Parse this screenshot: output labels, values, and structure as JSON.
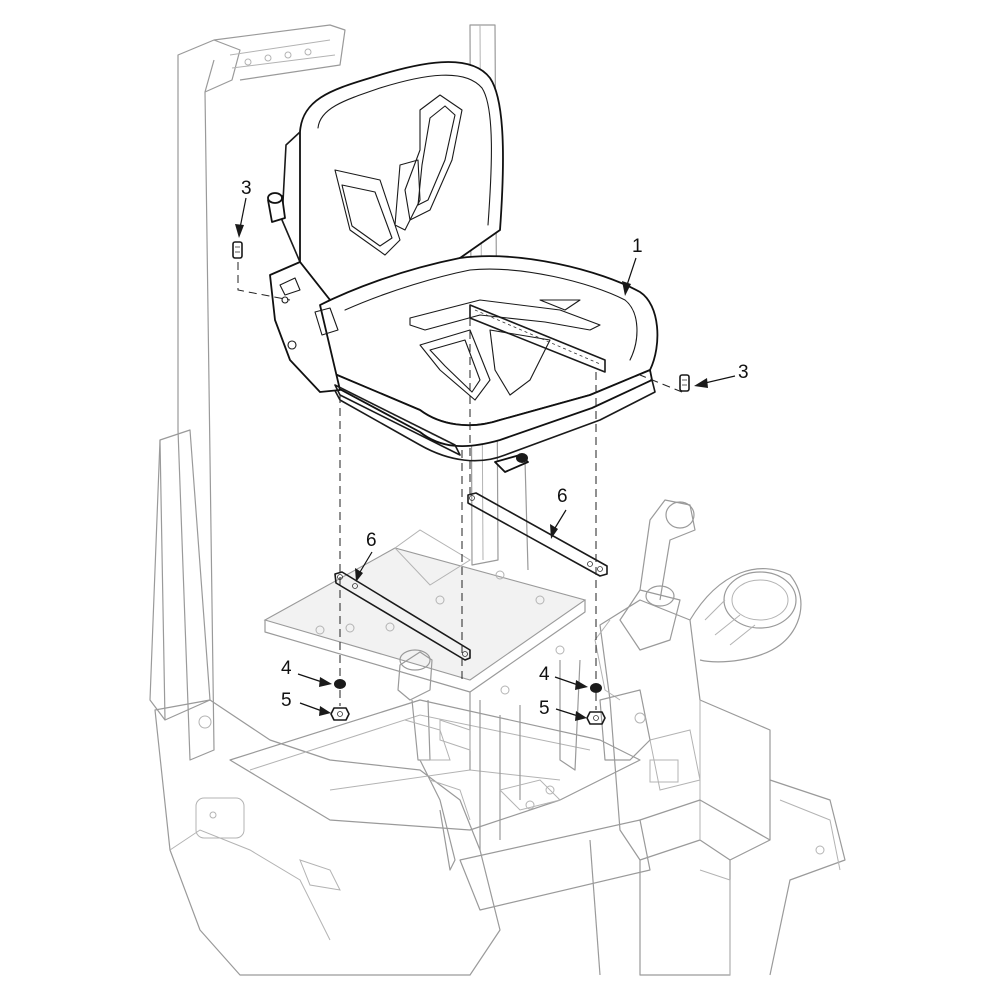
{
  "callouts": {
    "seat": "1",
    "bolt_left": "3",
    "bolt_right": "3",
    "washer_left": "4",
    "washer_right": "4",
    "nut_left": "5",
    "nut_right": "5",
    "rail_left": "6",
    "rail_right": "6"
  },
  "colors": {
    "linework": "#1a1a1a",
    "background_structure": "#9a9a9a"
  }
}
